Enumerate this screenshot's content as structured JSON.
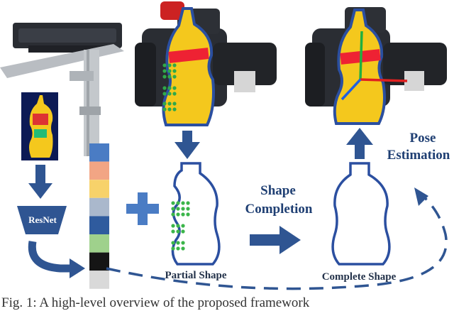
{
  "labels": {
    "resnet": "ResNet",
    "shape_completion_line1": "Shape",
    "shape_completion_line2": "Completion",
    "pose_line1": "Pose",
    "pose_line2": "Estimation",
    "partial_shape": "Partial Shape",
    "complete_shape": "Complete Shape"
  },
  "caption": "Fig. 1: A high-level overview of the proposed framework",
  "feature_vector": [
    "#4a7cc4",
    "#f2a584",
    "#f7d26a",
    "#aab8cc",
    "#2f5b9e",
    "#9fd18c",
    "#151515",
    "#d9d9d9"
  ],
  "colors": {
    "arrow": "#2f5592",
    "bottle_yellow": "#f4c81d",
    "bottle_outline": "#2b4fa0",
    "tactile_green": "#3bb54a",
    "axis_x": "#e02020",
    "axis_y": "#20b040",
    "axis_z": "#2060e0"
  }
}
